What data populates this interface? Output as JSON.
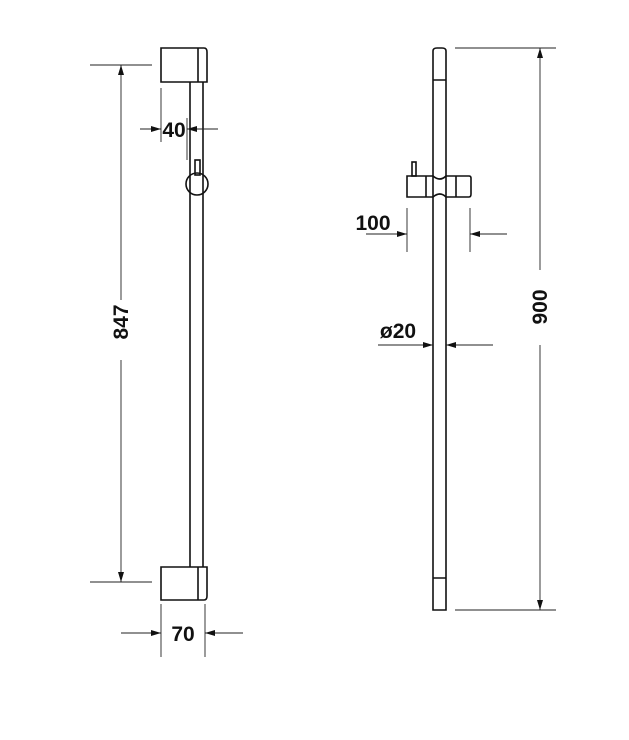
{
  "drawing": {
    "front_view": {
      "dim_height": "847",
      "dim_rail_offset": "40",
      "dim_bracket_depth": "70"
    },
    "side_view": {
      "dim_length": "900",
      "dim_slider_projection": "100",
      "dim_rail_diameter": "ø20"
    }
  }
}
